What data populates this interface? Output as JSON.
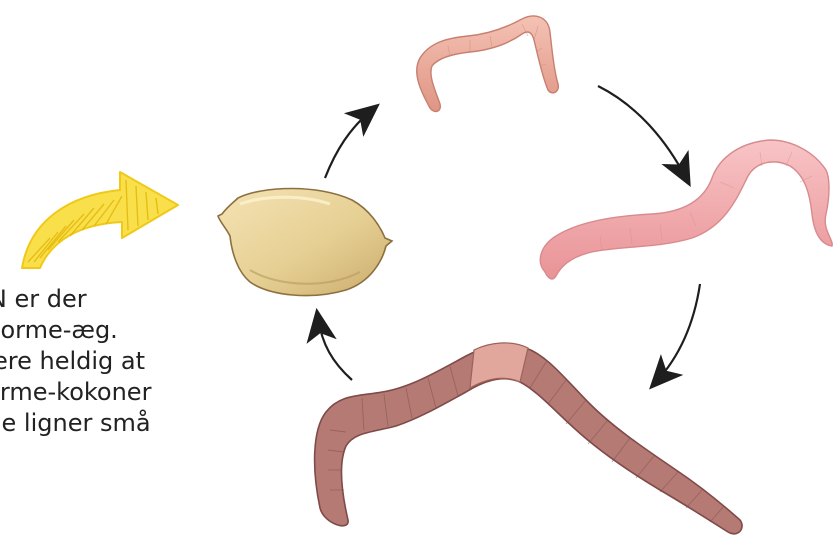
{
  "caption": {
    "lines": [
      "ON er der",
      "gnorme-æg.",
      "være heldig at",
      "norme-kokoner",
      "- de ligner små"
    ]
  },
  "stages": [
    {
      "name": "cocoon",
      "icon": "cocoon-egg"
    },
    {
      "name": "juvenile worm",
      "icon": "small-worm"
    },
    {
      "name": "young worm",
      "icon": "medium-worm"
    },
    {
      "name": "adult worm",
      "icon": "adult-worm-with-clitellum"
    }
  ],
  "colors": {
    "highlight_arrow": "#f7d92a",
    "cycle_arrow": "#1e1e1e",
    "cocoon": "#e9d39a",
    "small_worm": "#e8a592",
    "medium_worm": "#f2a6aa",
    "adult_worm": "#b87b76"
  }
}
